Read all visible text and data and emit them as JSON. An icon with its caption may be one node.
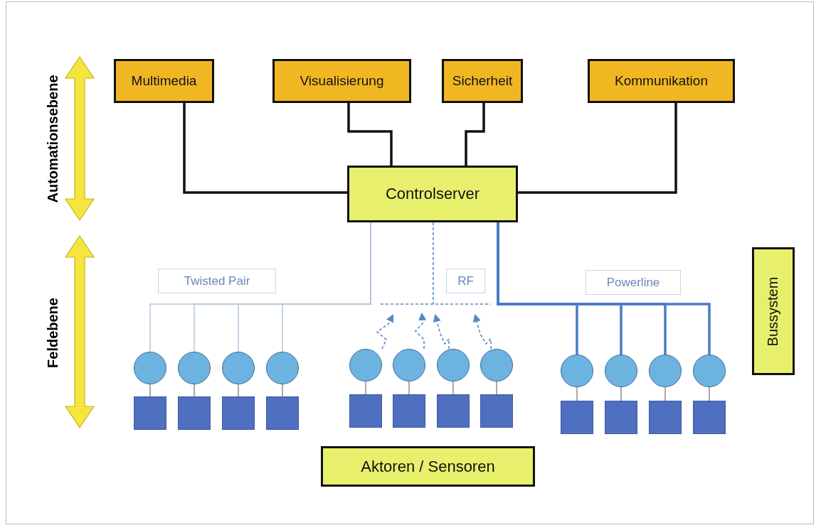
{
  "diagram": {
    "nodes": [
      {
        "text": [
          "Multimedia"
        ]
      },
      {
        "text": [
          "Visualisierung"
        ]
      },
      {
        "text": [
          "Sicherheit"
        ]
      },
      {
        "text": [
          "Kommunikation"
        ]
      },
      {
        "text": [
          "Controlserver"
        ]
      },
      {
        "text": [
          "Twisted Pair"
        ]
      },
      {
        "text": [
          "RF"
        ]
      },
      {
        "text": [
          "Powerline"
        ]
      },
      {
        "text": [
          "Bussystem"
        ]
      },
      {
        "text": [
          "Aktoren / Sensoren"
        ]
      },
      {
        "text": [],
        "shape": "circle"
      },
      {
        "text": [],
        "shape": "circle"
      },
      {
        "text": [],
        "shape": "circle"
      },
      {
        "text": [],
        "shape": "circle"
      },
      {
        "text": [],
        "shape": "circle"
      },
      {
        "text": [],
        "shape": "circle"
      },
      {
        "text": [],
        "shape": "circle"
      },
      {
        "text": [],
        "shape": "circle"
      },
      {
        "text": [],
        "shape": "circle"
      },
      {
        "text": [],
        "shape": "circle"
      },
      {
        "text": [],
        "shape": "circle"
      },
      {
        "text": [],
        "shape": "circle"
      },
      {
        "text": [],
        "shape": "box"
      },
      {
        "text": [],
        "shape": "box"
      },
      {
        "text": [],
        "shape": "box"
      },
      {
        "text": [],
        "shape": "box"
      },
      {
        "text": [],
        "shape": "box"
      },
      {
        "text": [],
        "shape": "box"
      },
      {
        "text": [],
        "shape": "box"
      },
      {
        "text": [],
        "shape": "box"
      },
      {
        "text": [],
        "shape": "box"
      },
      {
        "text": [],
        "shape": "box"
      },
      {
        "text": [],
        "shape": "box"
      },
      {
        "text": [],
        "shape": "box"
      }
    ],
    "edges": [
      {
        "from": 0,
        "to": 4,
        "arrow": "none",
        "style": "thick",
        "color": "#111111"
      },
      {
        "from": 1,
        "to": 4,
        "arrow": "none",
        "style": "thick",
        "color": "#111111"
      },
      {
        "from": 2,
        "to": 4,
        "arrow": "none",
        "style": "thick",
        "color": "#111111"
      },
      {
        "from": 3,
        "to": 4,
        "arrow": "none",
        "style": "thick",
        "color": "#111111"
      },
      {
        "from": 4,
        "to": 10,
        "arrow": "none",
        "color": "#b4c6dc"
      },
      {
        "from": 4,
        "to": 11,
        "arrow": "none",
        "color": "#b4c6dc"
      },
      {
        "from": 4,
        "to": 12,
        "arrow": "none",
        "color": "#b4c6dc"
      },
      {
        "from": 4,
        "to": 13,
        "arrow": "none",
        "color": "#b4c6dc"
      },
      {
        "from": 4,
        "to": null,
        "arrow": "none",
        "style": "dashed",
        "color": "#5a86c8"
      },
      {
        "from": 14,
        "to": null,
        "arrow": "to",
        "style": "dashed",
        "color": "#5a86c8"
      },
      {
        "from": 15,
        "to": null,
        "arrow": "to",
        "style": "dashed",
        "color": "#5a86c8"
      },
      {
        "from": 16,
        "to": null,
        "arrow": "to",
        "style": "dashed",
        "color": "#5a86c8"
      },
      {
        "from": 17,
        "to": null,
        "arrow": "to",
        "style": "dashed",
        "color": "#5a86c8"
      },
      {
        "from": 4,
        "to": 18,
        "arrow": "none",
        "style": "thick",
        "color": "#4a7cc4"
      },
      {
        "from": 4,
        "to": 19,
        "arrow": "none",
        "style": "thick",
        "color": "#4a7cc4"
      },
      {
        "from": 4,
        "to": 20,
        "arrow": "none",
        "style": "thick",
        "color": "#4a7cc4"
      },
      {
        "from": 4,
        "to": 21,
        "arrow": "none",
        "style": "thick",
        "color": "#4a7cc4"
      },
      {
        "from": 10,
        "to": 22,
        "arrow": "none",
        "color": "#8c8c8c"
      },
      {
        "from": 11,
        "to": 23,
        "arrow": "none",
        "color": "#8c8c8c"
      },
      {
        "from": 12,
        "to": 24,
        "arrow": "none",
        "color": "#8c8c8c"
      },
      {
        "from": 13,
        "to": 25,
        "arrow": "none",
        "color": "#8c8c8c"
      },
      {
        "from": 14,
        "to": 26,
        "arrow": "none",
        "color": "#8c8c8c"
      },
      {
        "from": 15,
        "to": 27,
        "arrow": "none",
        "color": "#8c8c8c"
      },
      {
        "from": 16,
        "to": 28,
        "arrow": "none",
        "color": "#8c8c8c"
      },
      {
        "from": 17,
        "to": 29,
        "arrow": "none",
        "color": "#8c8c8c"
      },
      {
        "from": 18,
        "to": 30,
        "arrow": "none",
        "color": "#8c8c8c"
      },
      {
        "from": 19,
        "to": 31,
        "arrow": "none",
        "color": "#8c8c8c"
      },
      {
        "from": 20,
        "to": 32,
        "arrow": "none",
        "color": "#8c8c8c"
      },
      {
        "from": 21,
        "to": 33,
        "arrow": "none",
        "color": "#8c8c8c"
      }
    ],
    "labels": [
      "Automationsebene",
      "Feldebene"
    ]
  }
}
